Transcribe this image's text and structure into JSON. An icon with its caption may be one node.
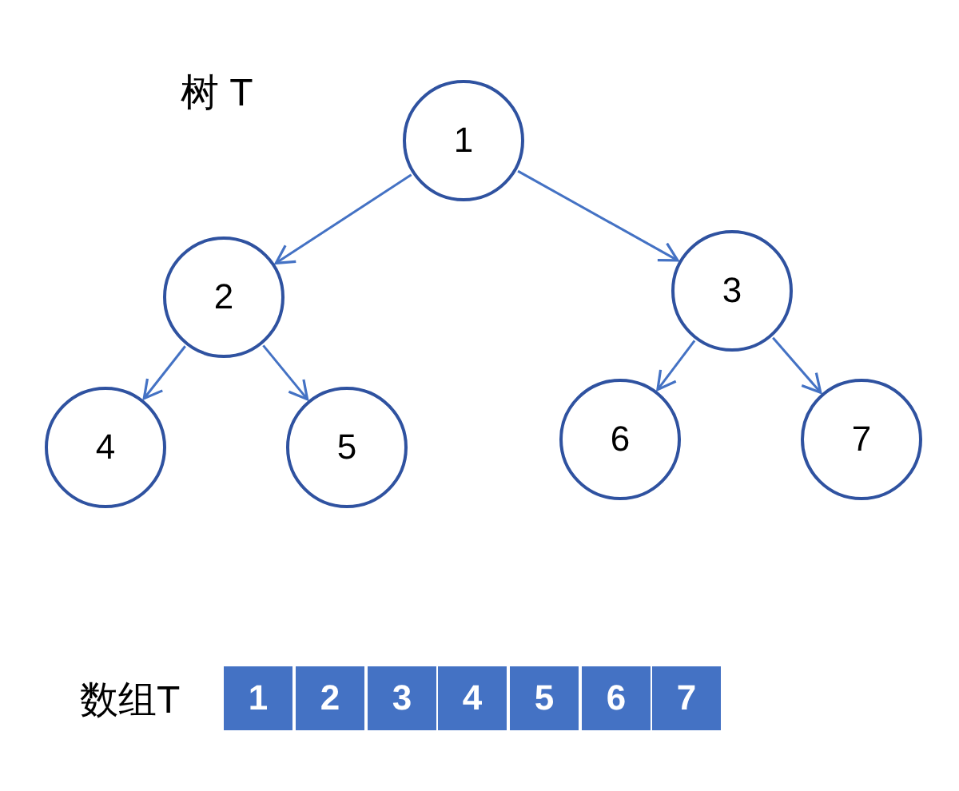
{
  "diagram": {
    "nodes": [
      {
        "text": [
          "1"
        ]
      },
      {
        "text": [
          "2"
        ]
      },
      {
        "text": [
          "3"
        ]
      },
      {
        "text": [
          "4"
        ]
      },
      {
        "text": [
          "5"
        ]
      },
      {
        "text": [
          "6"
        ]
      },
      {
        "text": [
          "7"
        ]
      },
      {
        "text": [
          "1"
        ]
      },
      {
        "text": [
          "2"
        ]
      },
      {
        "text": [
          "3"
        ]
      },
      {
        "text": [
          "4"
        ]
      },
      {
        "text": [
          "5"
        ]
      },
      {
        "text": [
          "6"
        ]
      },
      {
        "text": [
          "7"
        ]
      }
    ],
    "edges": [
      {
        "from": 0,
        "to": 1,
        "arrow": "to"
      },
      {
        "from": 0,
        "to": 2,
        "arrow": "to"
      },
      {
        "from": 1,
        "to": 3,
        "arrow": "to"
      },
      {
        "from": 1,
        "to": 4,
        "arrow": "to"
      },
      {
        "from": 2,
        "to": 5,
        "arrow": "to"
      },
      {
        "from": 2,
        "to": 6,
        "arrow": "to"
      }
    ],
    "labels": [
      "树 T",
      "数组T"
    ]
  }
}
